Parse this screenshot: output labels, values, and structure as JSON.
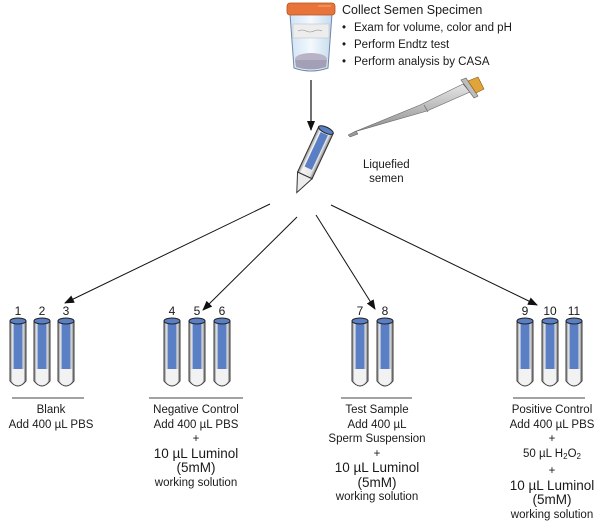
{
  "specimen": {
    "title": "Collect Semen Specimen",
    "bullet_glyph": "•",
    "steps": [
      "Exam for volume, color and pH",
      "Perform Endtz test",
      "Perform analysis by CASA"
    ]
  },
  "liquefied": {
    "line1": "Liquefied",
    "line2": "semen"
  },
  "colors": {
    "lid": "#e8743b",
    "tube_fill": "#5b7fc4",
    "tube_outline": "#3a3a3a",
    "arrow": "#111111"
  },
  "groups": [
    {
      "tubes": [
        "1",
        "2",
        "3"
      ],
      "lines": [
        "Blank",
        "Add 400 µL PBS"
      ]
    },
    {
      "tubes": [
        "4",
        "5",
        "6"
      ],
      "lines": [
        "Negative Control",
        "Add 400 µL PBS",
        "+",
        "10 µL Luminol (5mM)",
        "working solution"
      ]
    },
    {
      "tubes": [
        "7",
        "8"
      ],
      "lines": [
        "Test Sample",
        "Add 400 µL",
        "Sperm Suspension",
        "+",
        "10 µL Luminol (5mM)",
        "working solution"
      ]
    },
    {
      "tubes": [
        "9",
        "10",
        "11"
      ],
      "lines": [
        "Positive Control",
        "Add 400 µL PBS",
        "+",
        "50 µL H2O2",
        "+",
        "10 µL Luminol (5mM)",
        "working solution"
      ],
      "h2o2": {
        "prefix": "50 µL H",
        "sub1": "2",
        "mid": "O",
        "sub2": "2"
      }
    }
  ]
}
